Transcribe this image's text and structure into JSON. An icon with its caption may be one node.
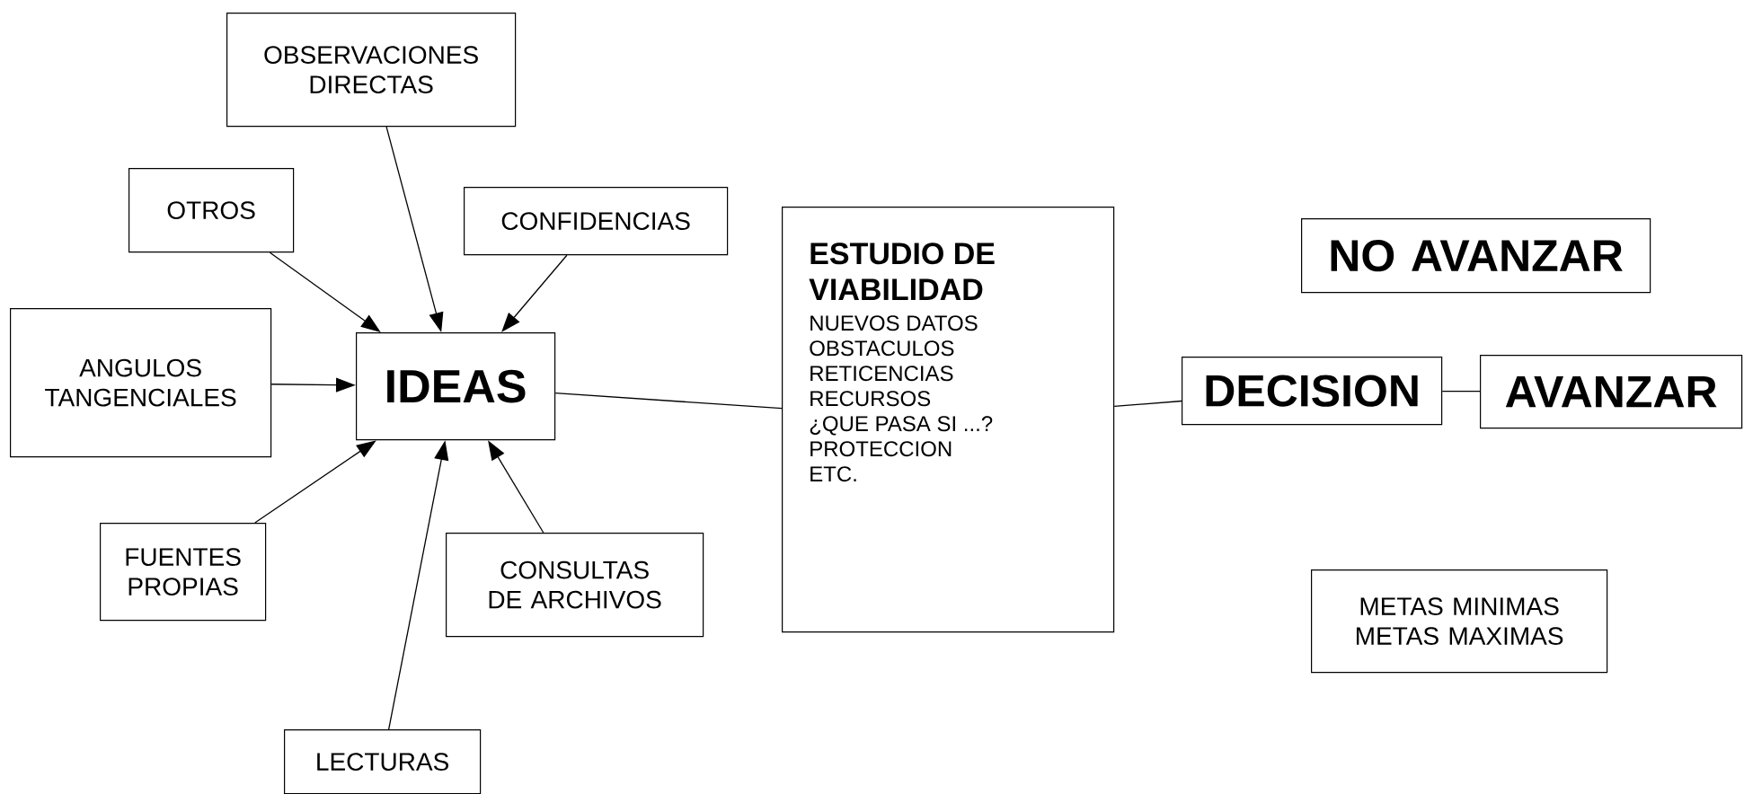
{
  "diagram": {
    "nodes": [
      {
        "text": [
          "OBSERVACIONES DIRECTAS"
        ]
      },
      {
        "text": [
          "OTROS"
        ]
      },
      {
        "text": [
          "CONFIDENCIAS"
        ]
      },
      {
        "text": [
          "ANGULOS TANGENCIALES"
        ]
      },
      {
        "text": [
          "IDEAS"
        ]
      },
      {
        "text": [
          "FUENTES PROPIAS"
        ]
      },
      {
        "text": [
          "CONSULTAS DE ARCHIVOS"
        ]
      },
      {
        "text": [
          "LECTURAS"
        ]
      },
      {
        "text": [
          "ESTUDIO DE VIABILIDAD",
          "NUEVOS DATOS",
          "OBSTACULOS",
          "RETICENCIAS",
          "RECURSOS",
          "¿QUE PASA SI ...?",
          "PROTECCION",
          "ETC."
        ]
      },
      {
        "text": [
          "NO AVANZAR"
        ]
      },
      {
        "text": [
          "DECISION"
        ]
      },
      {
        "text": [
          "AVANZAR"
        ]
      },
      {
        "text": [
          "METAS MINIMAS METAS MAXIMAS"
        ]
      }
    ],
    "edges": [
      {
        "from": 0,
        "to": 4,
        "arrow": "to"
      },
      {
        "from": 1,
        "to": 4,
        "arrow": "to"
      },
      {
        "from": 2,
        "to": 4,
        "arrow": "to"
      },
      {
        "from": 3,
        "to": 4,
        "arrow": "to"
      },
      {
        "from": 5,
        "to": 4,
        "arrow": "to"
      },
      {
        "from": 7,
        "to": 4,
        "arrow": "to"
      },
      {
        "from": 6,
        "to": 4,
        "arrow": "to"
      },
      {
        "from": 4,
        "to": 8,
        "arrow": "none"
      },
      {
        "from": 8,
        "to": 10,
        "arrow": "none"
      },
      {
        "from": 10,
        "to": 11,
        "arrow": "none"
      }
    ]
  }
}
